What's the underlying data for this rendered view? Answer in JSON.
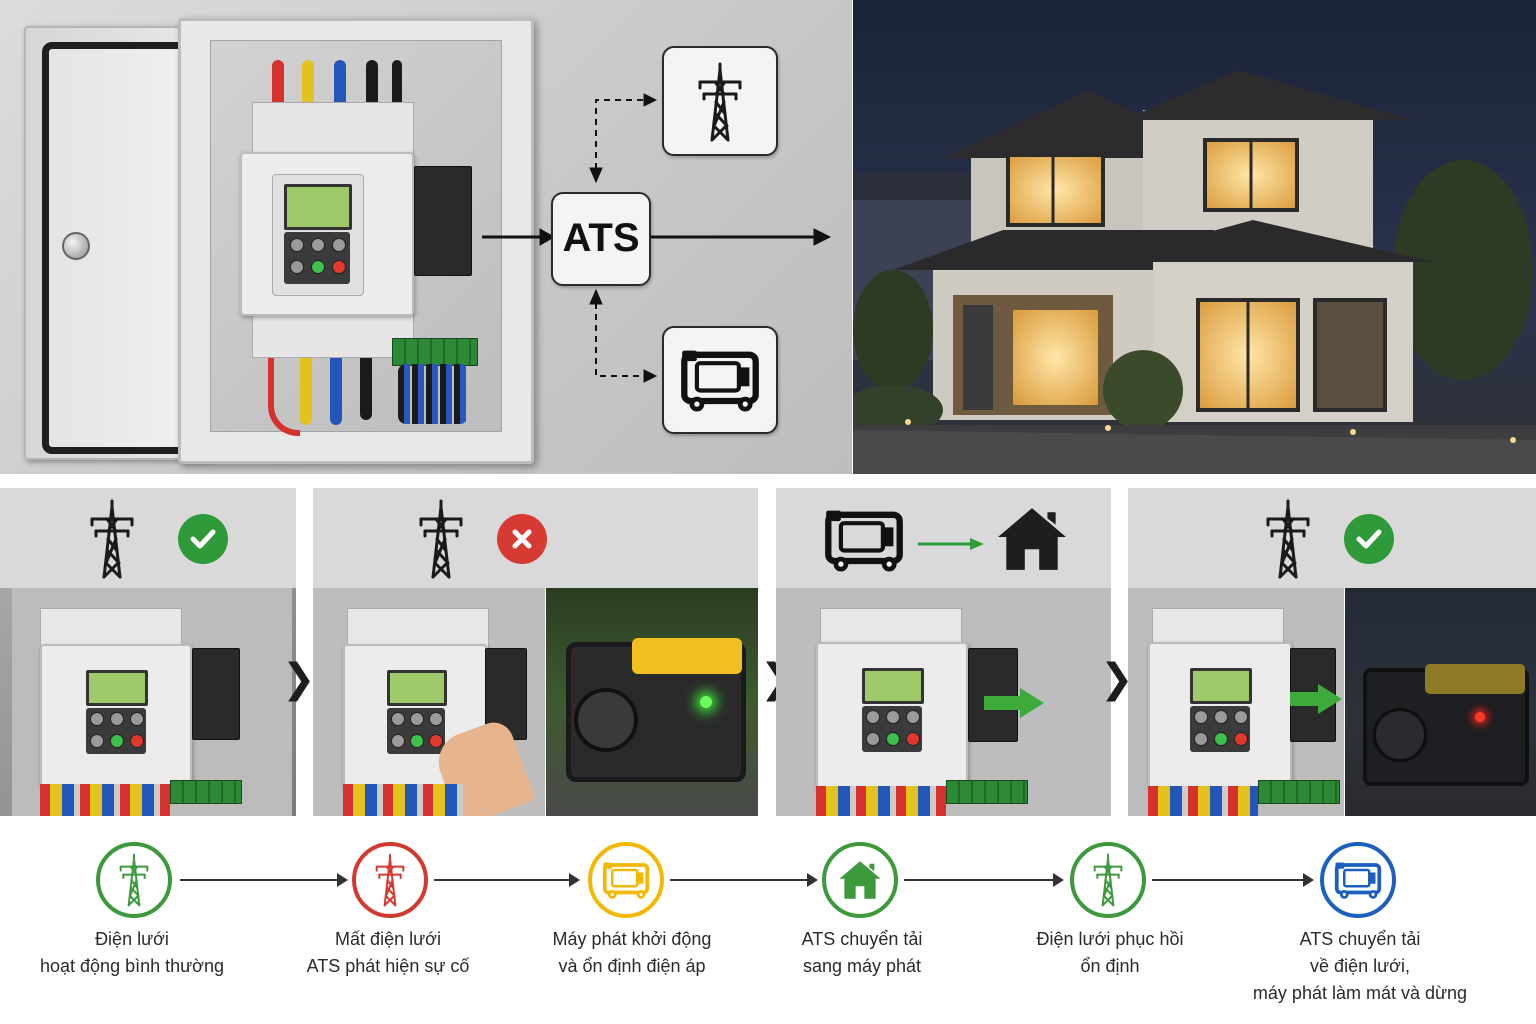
{
  "diagram": {
    "ats_label": "ATS",
    "colors": {
      "green": "#3c9a3c",
      "red": "#d33a2f",
      "yellow": "#f3b800",
      "blue": "#1d5fbf",
      "check_green": "#2f9a3a",
      "cross_red": "#d63a33"
    }
  },
  "stages": [
    {
      "header_icon": "transmission-tower-icon",
      "status_icon": "check-icon"
    },
    {
      "header_icon": "transmission-tower-icon",
      "status_icon": "cross-icon"
    },
    {
      "header_icon": "generator-to-house-icon",
      "status_icon": ""
    },
    {
      "header_icon": "transmission-tower-icon",
      "status_icon": "check-icon"
    }
  ],
  "flow": [
    {
      "icon": "transmission-tower-icon",
      "color": "#3c9a3c",
      "label_line1": "Điện lưới",
      "label_line2": "hoạt động bình thường",
      "label_line3": ""
    },
    {
      "icon": "transmission-tower-icon",
      "color": "#d33a2f",
      "label_line1": "Mất điện lưới",
      "label_line2": "ATS phát hiện sự cố",
      "label_line3": ""
    },
    {
      "icon": "generator-icon",
      "color": "#f3b800",
      "label_line1": "Máy phát khởi động",
      "label_line2": "và ổn định điện áp",
      "label_line3": ""
    },
    {
      "icon": "house-icon",
      "color": "#3c9a3c",
      "label_line1": "ATS chuyển tải",
      "label_line2": "sang máy phát",
      "label_line3": ""
    },
    {
      "icon": "transmission-tower-icon",
      "color": "#3c9a3c",
      "label_line1": "Điện lưới phục hồi",
      "label_line2": "ổn định",
      "label_line3": ""
    },
    {
      "icon": "generator-icon",
      "color": "#1d5fbf",
      "label_line1": "ATS chuyển tải",
      "label_line2": "về điện lưới,",
      "label_line3": "máy phát làm mát và dừng"
    }
  ]
}
